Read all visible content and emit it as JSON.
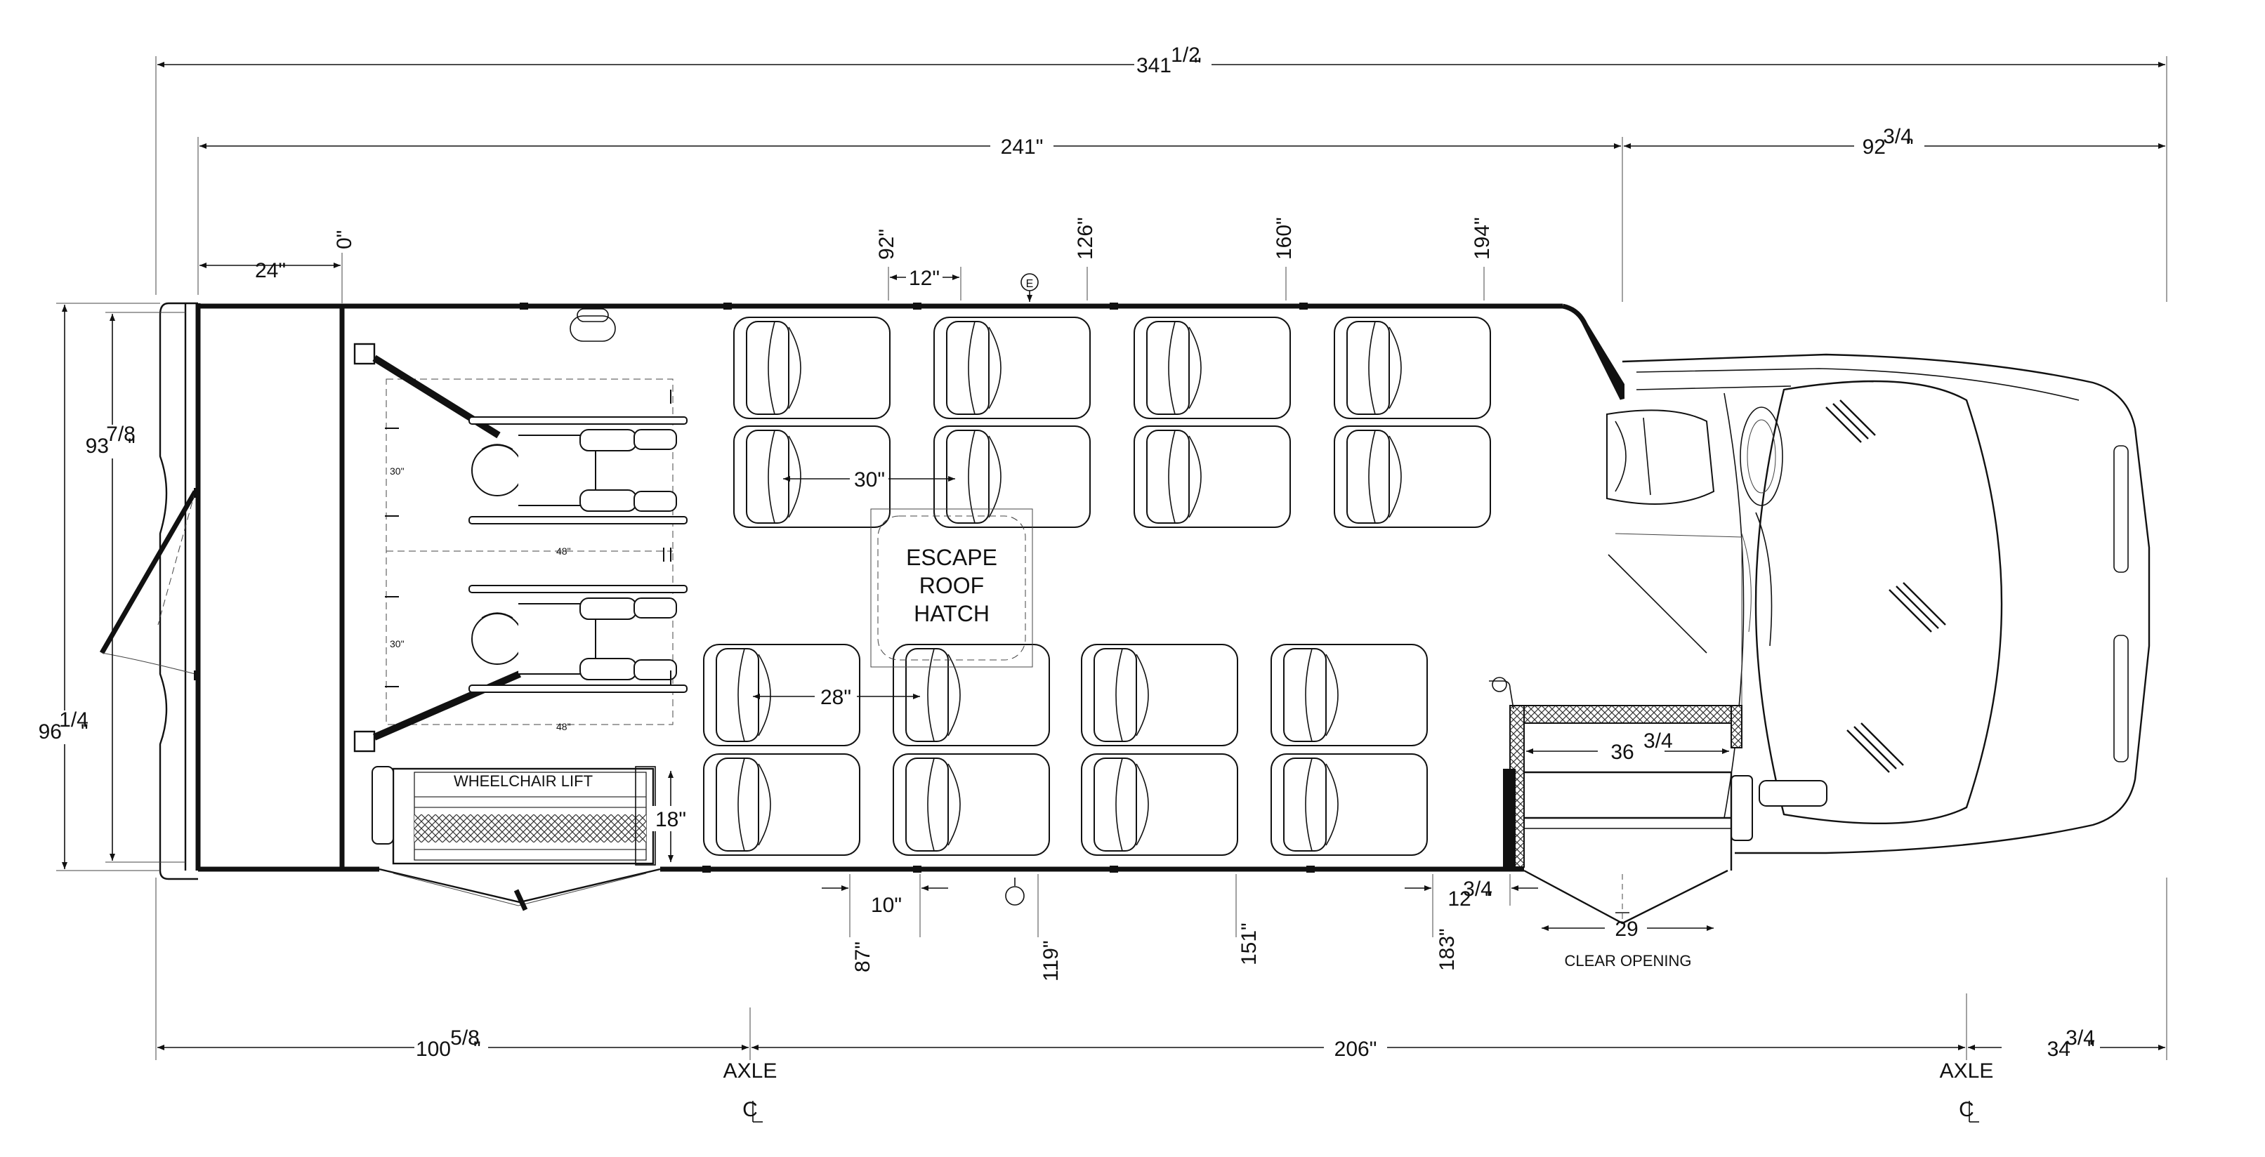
{
  "overall": {
    "length": "341",
    "length_frac": "1/2",
    "length_unit": "\""
  },
  "body_len": "241\"",
  "front_len": "92",
  "front_frac": "3/4",
  "front_unit": "\"",
  "rear_24": "24\"",
  "stations_top": [
    "0\"",
    "92\"",
    "126\"",
    "160\"",
    "194\""
  ],
  "seat_spacing_12": "12\"",
  "emergency_marker": "E",
  "pitch_30": "30\"",
  "pitch_28": "28\"",
  "escape_hatch": [
    "ESCAPE",
    "ROOF",
    "HATCH"
  ],
  "wheelchair_lift": "WHEELCHAIR LIFT",
  "lift_18": "18\"",
  "tiedown_30": "30\"",
  "tiedown_48": "48\"",
  "width_inner": "93",
  "width_inner_frac": "7/8",
  "width_inner_unit": "\"",
  "width_outer": "96",
  "width_outer_frac": "1/4",
  "width_outer_unit": "\"",
  "stations_bottom": [
    "87\"",
    "119\"",
    "151\"",
    "183\""
  ],
  "gap_10": "10\"",
  "door_12": "12",
  "door_12_frac": "3/4",
  "door_12_unit": "\"",
  "entry_36": "36",
  "entry_36_frac": "3/4",
  "clear_29": "29",
  "clear_opening": "CLEAR OPENING",
  "rear_oh": "100",
  "rear_oh_frac": "5/8",
  "rear_oh_unit": "\"",
  "wheelbase": "206\"",
  "front_oh": "34",
  "front_oh_frac": "3/4",
  "front_oh_unit": "\"",
  "axle": "AXLE",
  "centerline": "CL"
}
